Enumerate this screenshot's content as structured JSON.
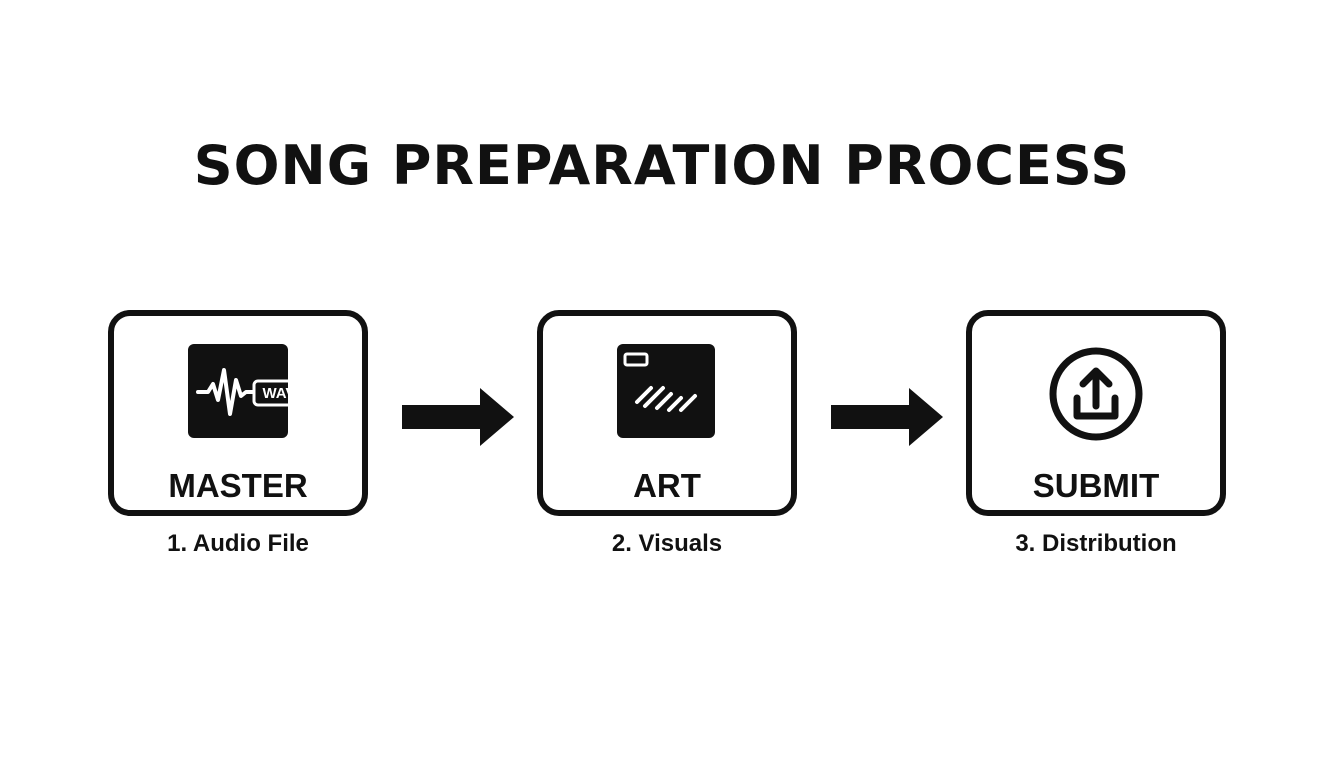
{
  "title": "SONG PREPARATION PROCESS",
  "steps": [
    {
      "name": "MASTER",
      "caption": "1. Audio File",
      "icon": "waveform-wav-file-icon",
      "icon_badge": "WAV"
    },
    {
      "name": "ART",
      "caption": "2. Visuals",
      "icon": "artwork-image-icon"
    },
    {
      "name": "SUBMIT",
      "caption": "3. Distribution",
      "icon": "upload-circle-icon"
    }
  ],
  "connectors": [
    "arrow-right-icon",
    "arrow-right-icon"
  ],
  "colors": {
    "ink": "#111111",
    "background": "#ffffff"
  }
}
